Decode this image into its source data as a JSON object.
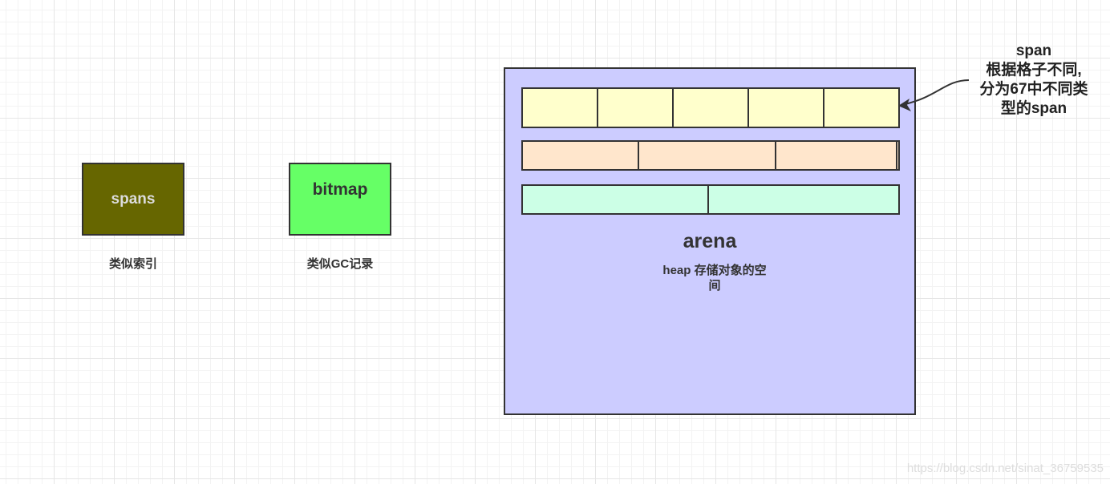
{
  "spans": {
    "label": "spans",
    "caption": "类似索引",
    "fill": "#666600"
  },
  "bitmap": {
    "label": "bitmap",
    "caption": "类似GC记录",
    "fill": "#66ff66"
  },
  "arena": {
    "title": "arena",
    "description_line1": "heap 存储对象的空",
    "description_line2": "间",
    "fill": "#ccccff",
    "rows": [
      {
        "fill": "#ffffcc",
        "cells": 5
      },
      {
        "fill": "#ffe6cc",
        "cells": 3
      },
      {
        "fill": "#ccffe6",
        "cells": 2
      }
    ]
  },
  "annotation": {
    "lines": [
      "span",
      "根据格子不同,",
      "分为67中不同类",
      "型的span"
    ]
  },
  "watermark": "https://blog.csdn.net/sinat_36759535"
}
